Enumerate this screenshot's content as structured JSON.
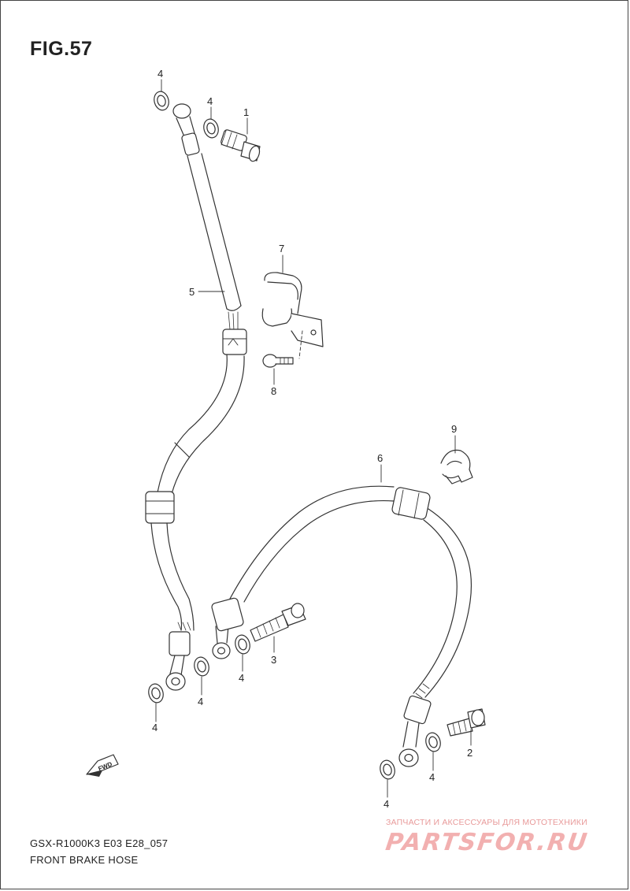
{
  "figure": {
    "title": "FIG.57"
  },
  "callouts": {
    "c1": "1",
    "c2": "2",
    "c3": "3",
    "c4a": "4",
    "c4b": "4",
    "c4c": "4",
    "c4d": "4",
    "c4e": "4",
    "c4f": "4",
    "c4g": "4",
    "c5": "5",
    "c6": "6",
    "c7": "7",
    "c8": "8",
    "c9": "9"
  },
  "direction_tag": {
    "label": "FWD",
    "icon": "fwd-arrow-icon"
  },
  "footer": {
    "model_code": "GSX-R1000K3  E03  E28_057",
    "section_title": "FRONT BRAKE HOSE"
  },
  "watermark": {
    "tagline": "ЗАПЧАСТИ И АКСЕССУАРЫ ДЛЯ МОТОТЕХНИКИ",
    "logo": "PARTSFOR.RU",
    "color": "#f2b0b0"
  }
}
